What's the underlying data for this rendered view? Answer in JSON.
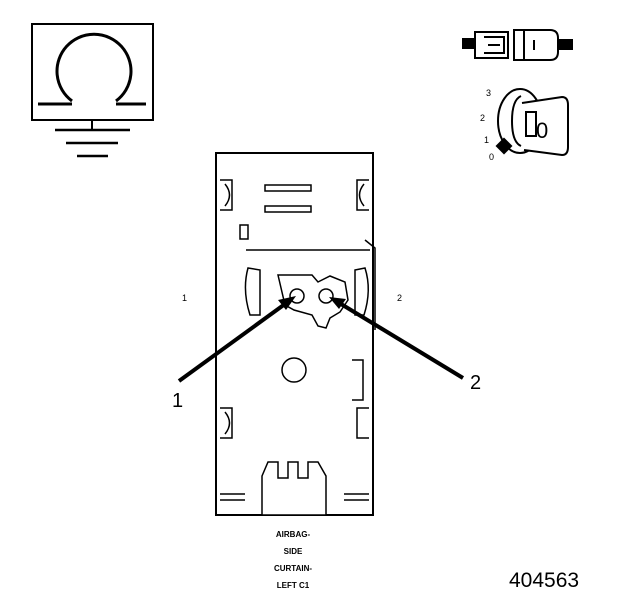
{
  "symbols": {
    "ohmmeter": "ohm-symbol-with-ground",
    "connector_test": "test-probe-connector",
    "ignition_key": "ignition-key-switch"
  },
  "key_switch": {
    "positions": [
      "3",
      "2",
      "1",
      "0"
    ],
    "key_label": "0"
  },
  "connector": {
    "side_label_left": "1",
    "side_label_right": "2",
    "name_lines": [
      "AIRBAG-",
      "SIDE",
      "CURTAIN-",
      "LEFT C1"
    ]
  },
  "callouts": [
    "1",
    "2"
  ],
  "figure_number": "404563"
}
